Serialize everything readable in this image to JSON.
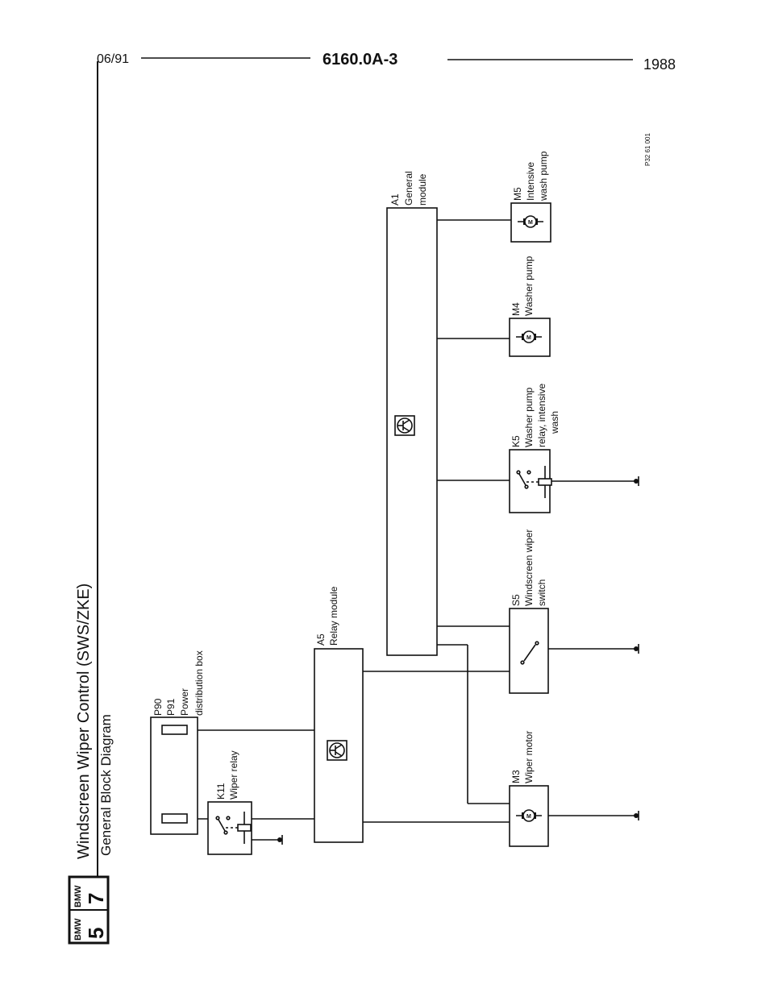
{
  "header": {
    "date": "06/91",
    "doc_number": "6160.0A-3",
    "year": "1988"
  },
  "logo": {
    "left_brand": "BMW",
    "left_series": "5",
    "right_brand": "BMW",
    "right_series": "7"
  },
  "title": "Windscreen Wiper Control (SWS/ZKE)",
  "subtitle": "General Block Diagram",
  "figure_ref": "P32 61 001",
  "components": {
    "p90": {
      "line1": "P90",
      "line2": "P91",
      "line3": "Power",
      "line4": "distribution box"
    },
    "k11": {
      "code": "K11",
      "name": "Wiper relay"
    },
    "a5": {
      "code": "A5",
      "name": "Relay module"
    },
    "a1": {
      "code": "A1",
      "name1": "General",
      "name2": "module"
    },
    "m3": {
      "code": "M3",
      "name": "Wiper motor"
    },
    "s5": {
      "code": "S5",
      "name1": "Windscreen wiper",
      "name2": "switch"
    },
    "k5": {
      "code": "K5",
      "name1": "Washer pump",
      "name2": "relay, intensive",
      "name3": "wash"
    },
    "m4": {
      "code": "M4",
      "name": "Washer pump"
    },
    "m5": {
      "code": "M5",
      "name1": "Intensive",
      "name2": "wash pump"
    }
  }
}
